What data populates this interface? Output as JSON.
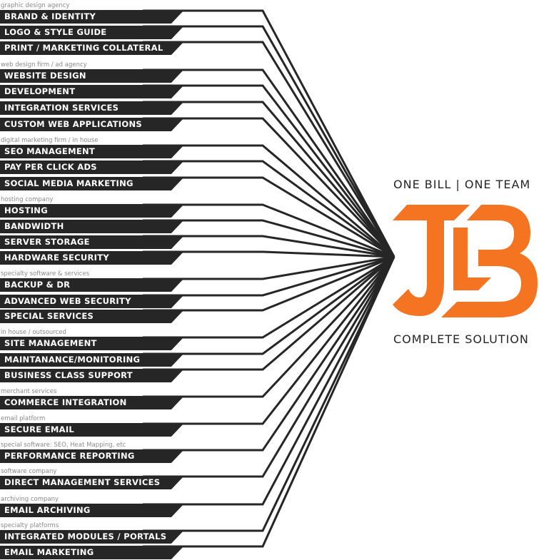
{
  "groups": [
    {
      "caption": "graphic design agency",
      "items": [
        "BRAND & IDENTITY",
        "LOGO & STYLE GUIDE",
        "PRINT / MARKETING COLLATERAL"
      ]
    },
    {
      "caption": "web design firm / ad agency",
      "items": [
        "WEBSITE DESIGN",
        "DEVELOPMENT",
        "INTEGRATION SERVICES",
        "CUSTOM WEB APPLICATIONS"
      ]
    },
    {
      "caption": "digital marketing firm / in house",
      "items": [
        "SEO MANAGEMENT",
        "PAY PER CLICK ADS",
        "SOCIAL MEDIA MARKETING"
      ]
    },
    {
      "caption": "hosting company",
      "items": [
        "HOSTING",
        "BANDWIDTH",
        "SERVER STORAGE",
        "HARDWARE SECURITY"
      ]
    },
    {
      "caption": "specialty software & services",
      "items": [
        "BACKUP & DR",
        "ADVANCED WEB SECURITY",
        "SPECIAL SERVICES"
      ]
    },
    {
      "caption": "in house / outsourced",
      "items": [
        "SITE MANAGEMENT",
        "MAINTANANCE/MONITORING",
        "BUSINESS CLASS SUPPORT"
      ]
    },
    {
      "caption": "merchant services",
      "items": [
        "COMMERCE INTEGRATION"
      ]
    },
    {
      "caption": "email platform",
      "items": [
        "SECURE EMAIL"
      ]
    },
    {
      "caption": "special software: SEO, Heat Mapping, etc",
      "items": [
        "PERFORMANCE REPORTING"
      ]
    },
    {
      "caption": "software company",
      "items": [
        "DIRECT MANAGEMENT SERVICES"
      ]
    },
    {
      "caption": "archiving company",
      "items": [
        "EMAIL ARCHIVING"
      ]
    },
    {
      "caption": "specialty platforms",
      "items": [
        "INTEGRATED MODULES / PORTALS",
        "EMAIL MARKETING"
      ]
    }
  ],
  "brand": {
    "tagline_top": "ONE BILL | ONE TEAM",
    "logo_text": "JLB",
    "tagline_bottom": "COMPLETE SOLUTION",
    "accent": "#f47421",
    "dark": "#262626"
  }
}
